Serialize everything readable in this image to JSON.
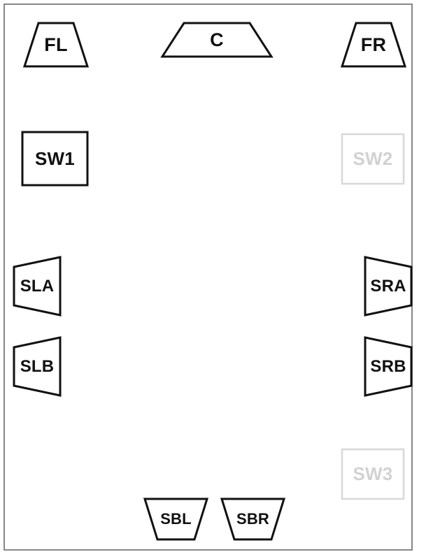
{
  "diagram": {
    "type": "speaker-layout",
    "title": "",
    "colors": {
      "frame_border": "#878787",
      "active_stroke": "#111111",
      "active_text": "#111111",
      "disabled_stroke": "#d8d8d8",
      "disabled_text": "#d2d2d2",
      "background": "#ffffff"
    },
    "speakers": [
      {
        "id": "FL",
        "label": "FL",
        "shape": "trapezoid-up",
        "state": "active",
        "row": "front"
      },
      {
        "id": "C",
        "label": "C",
        "shape": "trapezoid-up",
        "state": "active",
        "row": "front"
      },
      {
        "id": "FR",
        "label": "FR",
        "shape": "trapezoid-up",
        "state": "active",
        "row": "front"
      },
      {
        "id": "SW1",
        "label": "SW1",
        "shape": "rectangle",
        "state": "active",
        "row": "subwoofer"
      },
      {
        "id": "SW2",
        "label": "SW2",
        "shape": "rectangle",
        "state": "disabled",
        "row": "subwoofer"
      },
      {
        "id": "SLA",
        "label": "SLA",
        "shape": "trapezoid-left",
        "state": "active",
        "row": "side-left"
      },
      {
        "id": "SLB",
        "label": "SLB",
        "shape": "trapezoid-left",
        "state": "active",
        "row": "side-left"
      },
      {
        "id": "SRA",
        "label": "SRA",
        "shape": "trapezoid-right",
        "state": "active",
        "row": "side-right"
      },
      {
        "id": "SRB",
        "label": "SRB",
        "shape": "trapezoid-right",
        "state": "active",
        "row": "side-right"
      },
      {
        "id": "SW3",
        "label": "SW3",
        "shape": "rectangle",
        "state": "disabled",
        "row": "subwoofer"
      },
      {
        "id": "SBL",
        "label": "SBL",
        "shape": "trapezoid-down",
        "state": "active",
        "row": "back"
      },
      {
        "id": "SBR",
        "label": "SBR",
        "shape": "trapezoid-down",
        "state": "active",
        "row": "back"
      }
    ]
  }
}
